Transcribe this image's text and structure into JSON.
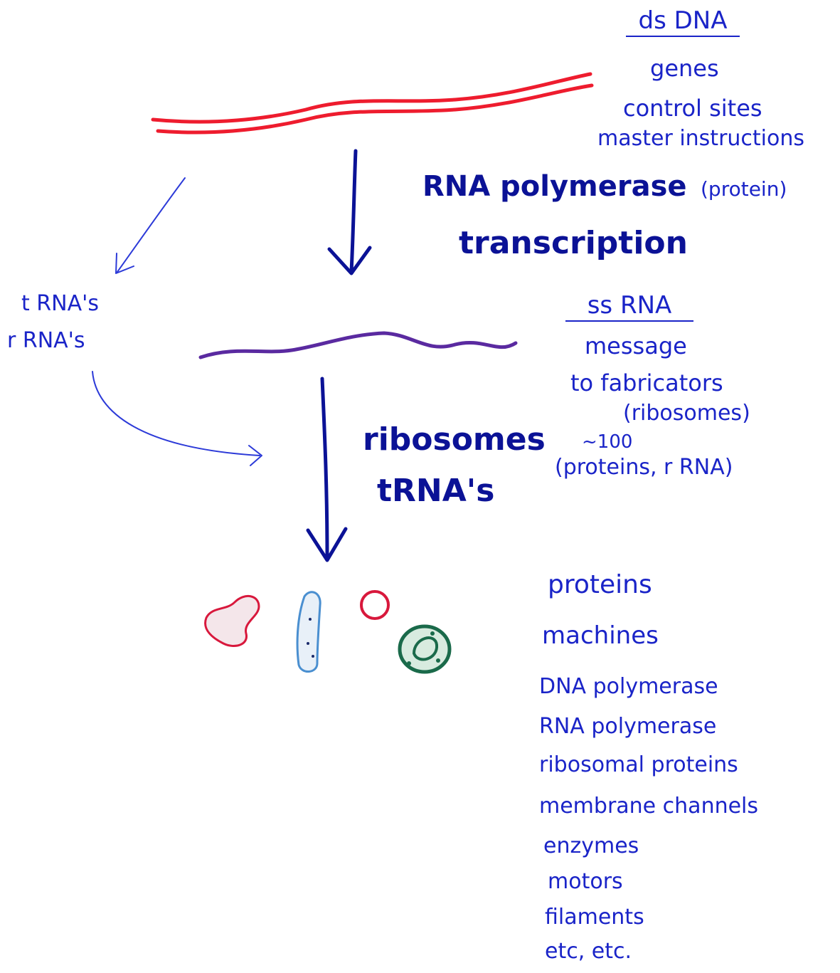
{
  "colors": {
    "ink": "#1a24c8",
    "dark_ink": "#0b1296",
    "dna": "#ee1c2e",
    "rna": "#5a2aa0",
    "protein_pink": "#d8183c",
    "protein_blue": "#4a8fd0",
    "protein_green": "#1a6a4a"
  },
  "dna": {
    "title": "ds DNA",
    "notes": [
      "genes",
      "control sites",
      "master instructions"
    ]
  },
  "transcription": {
    "enzyme": "RNA polymerase",
    "enzyme_note": "(protein)",
    "process": "transcription"
  },
  "side_rna": {
    "lines": [
      "t RNA's",
      "r RNA's"
    ]
  },
  "rna": {
    "title": "ss RNA",
    "notes": [
      "message",
      "to fabricators",
      "(ribosomes)",
      "~100",
      "(proteins, r RNA)"
    ]
  },
  "translation": {
    "lines": [
      "ribosomes",
      "tRNA's"
    ]
  },
  "proteins": {
    "heading": "proteins",
    "subheading": "machines",
    "examples": [
      "DNA polymerase",
      "RNA polymerase",
      "ribosomal proteins",
      "membrane channels",
      "enzymes",
      "motors",
      "filaments",
      "etc, etc."
    ]
  }
}
